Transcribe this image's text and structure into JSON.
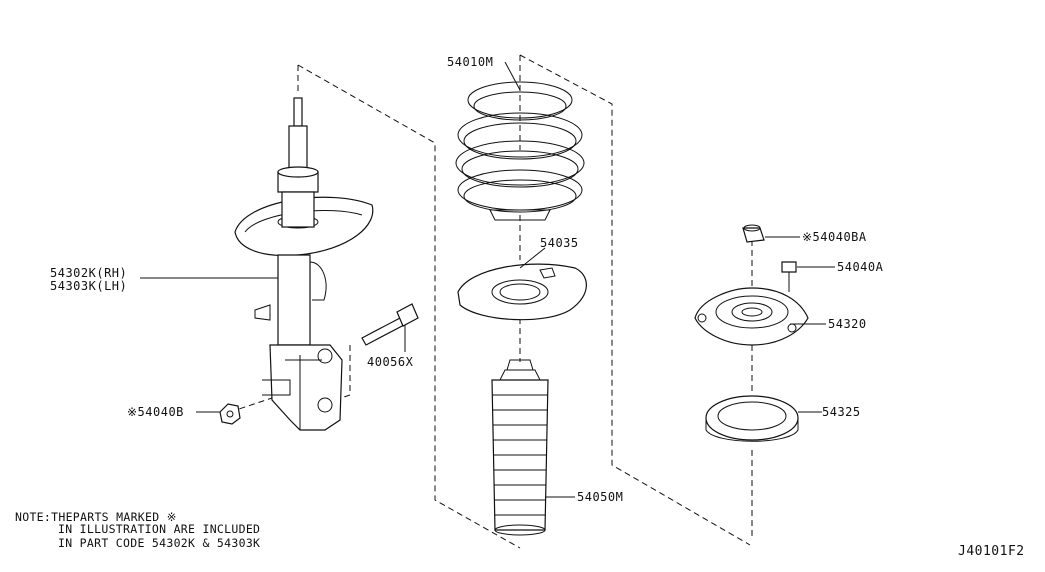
{
  "labels": {
    "spring": "54010M",
    "strut_rh": "54302K(RH)",
    "strut_lh": "54303K(LH)",
    "spring_seat": "54035",
    "nut_top": "※54040BA",
    "bolt_top": "54040A",
    "mount": "54320",
    "bolt": "40056X",
    "bearing": "54325",
    "nut_lower": "※54040B",
    "bump_boot": "54050M"
  },
  "note": {
    "line1": "NOTE:THEPARTS MARKED ※",
    "line2": "IN ILLUSTRATION ARE INCLUDED",
    "line3": "IN PART CODE 54302K & 54303K"
  },
  "diagram_code": "J40101F2"
}
